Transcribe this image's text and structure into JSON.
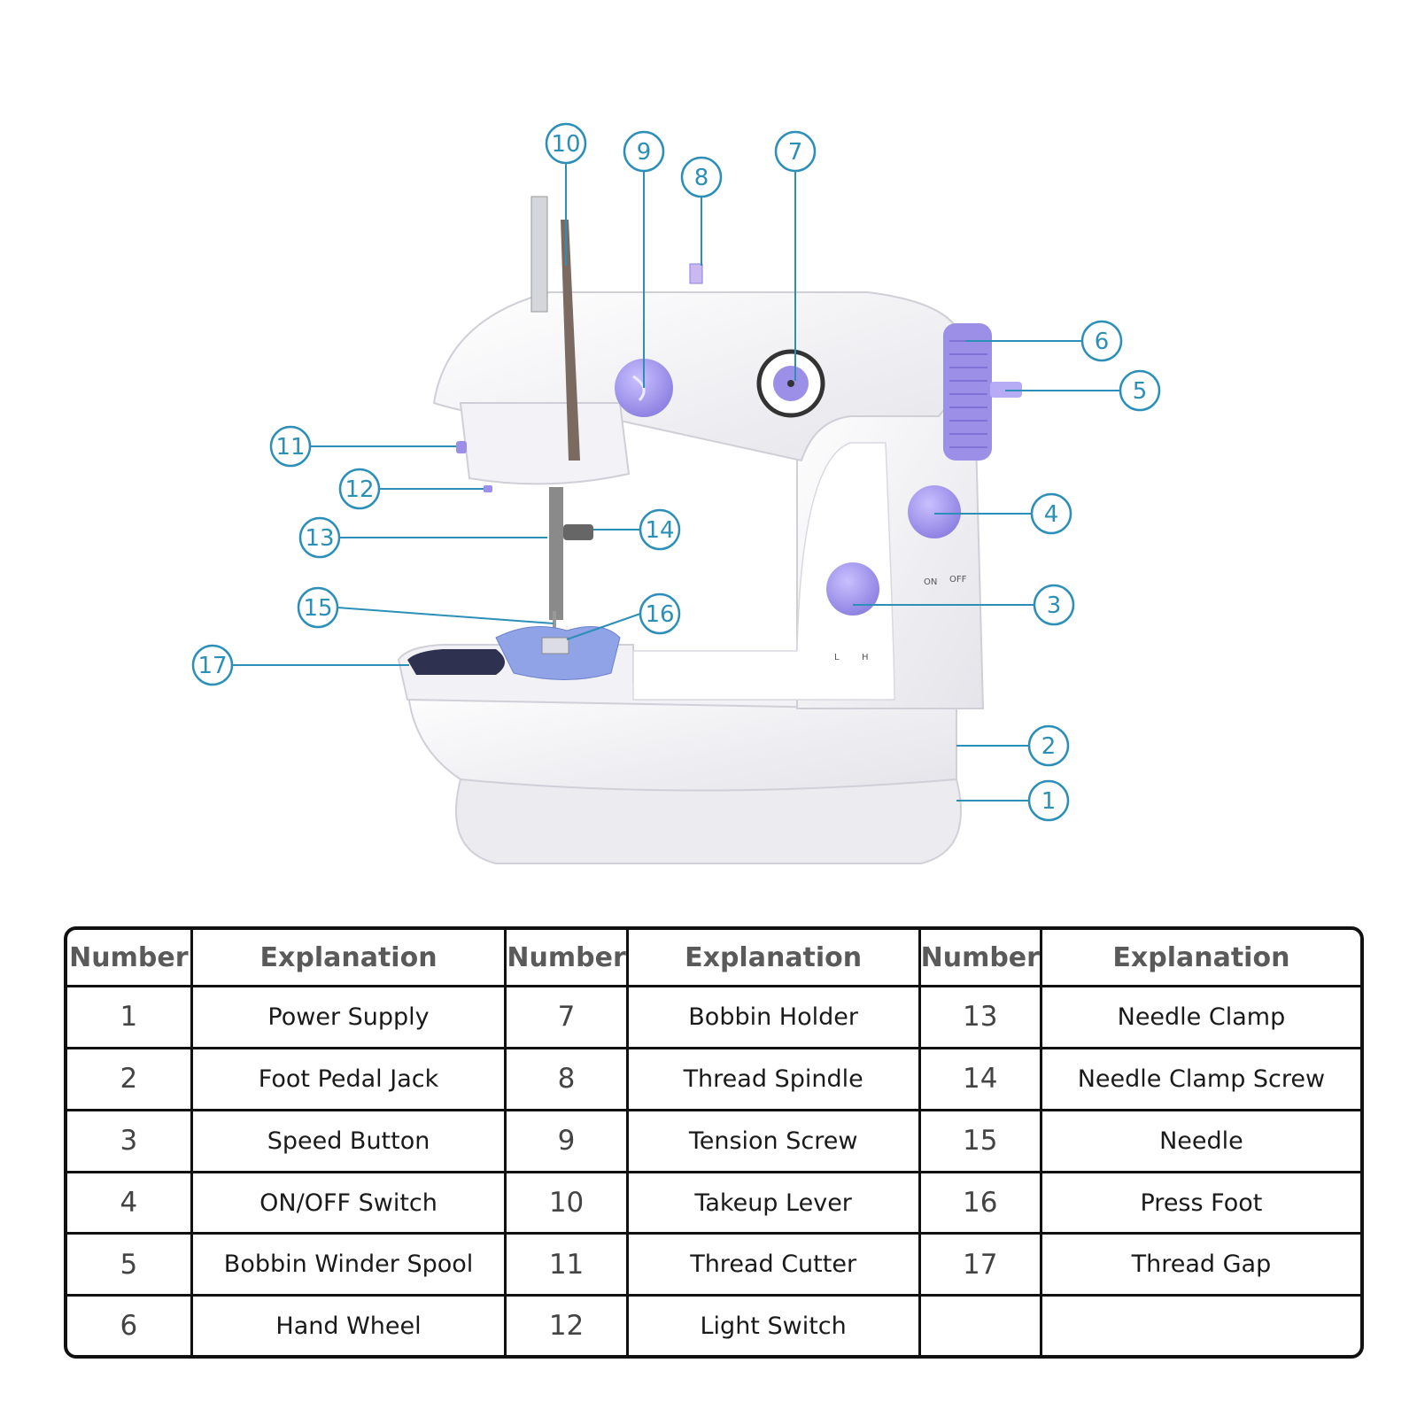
{
  "machine_labels": {
    "on": "ON",
    "off": "OFF",
    "low": "L",
    "high": "H"
  },
  "callouts": [
    "1",
    "2",
    "3",
    "4",
    "5",
    "6",
    "7",
    "8",
    "9",
    "10",
    "11",
    "12",
    "13",
    "14",
    "15",
    "16",
    "17"
  ],
  "table": {
    "headers": [
      "Number",
      "Explanation",
      "Number",
      "Explanation",
      "Number",
      "Explanation"
    ],
    "rows": [
      [
        "1",
        "Power Supply",
        "7",
        "Bobbin Holder",
        "13",
        "Needle Clamp"
      ],
      [
        "2",
        "Foot Pedal Jack",
        "8",
        "Thread Spindle",
        "14",
        "Needle Clamp Screw"
      ],
      [
        "3",
        "Speed Button",
        "9",
        "Tension Screw",
        "15",
        "Needle"
      ],
      [
        "4",
        "ON/OFF Switch",
        "10",
        "Takeup Lever",
        "16",
        "Press Foot"
      ],
      [
        "5",
        "Bobbin Winder Spool",
        "11",
        "Thread Cutter",
        "17",
        "Thread Gap"
      ],
      [
        "6",
        "Hand Wheel",
        "12",
        "Light Switch",
        "",
        ""
      ]
    ]
  },
  "colors": {
    "callout": "#2c8fb8",
    "accent_purple": "#9b8fe8",
    "body_white": "#f6f6f8"
  }
}
